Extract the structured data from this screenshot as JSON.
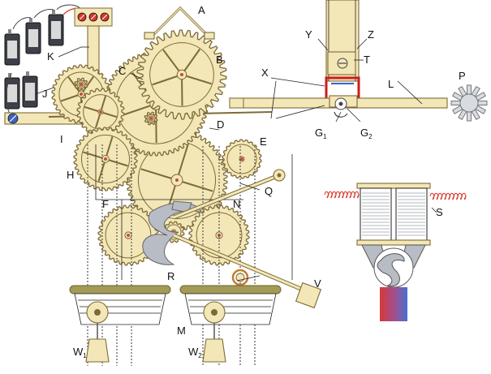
{
  "labels": {
    "A": "A",
    "B": "B",
    "C": "C",
    "D": "D",
    "E": "E",
    "F": "F",
    "H": "H",
    "I": "I",
    "J": "J",
    "K": "K",
    "L": "L",
    "M": "M",
    "N": "N",
    "P": "P",
    "Q": "Q",
    "R": "R",
    "S": "S",
    "T": "T",
    "V": "V",
    "X": "X",
    "Y": "Y",
    "Z": "Z",
    "G": "G",
    "G_sub1": "1",
    "G_sub2": "2",
    "W": "W",
    "W_sub1": "1",
    "W_sub2": "2"
  },
  "colors": {
    "brass_fill": "#f3e7b7",
    "brass_stroke": "#7d6b37",
    "grey_escape": "#b8bcc4",
    "battery_fill": "#3d4048",
    "wire_red": "#d8362b",
    "frame_red": "#c81e1e",
    "magnet_red": "#d33a3a",
    "magnet_blue": "#4a6ed0",
    "weight_fill": "#a39a55"
  },
  "icons": [
    "battery-icon",
    "screw-terminal-icon",
    "gear-icon",
    "spring-coil-icon",
    "electromagnet-icon"
  ]
}
